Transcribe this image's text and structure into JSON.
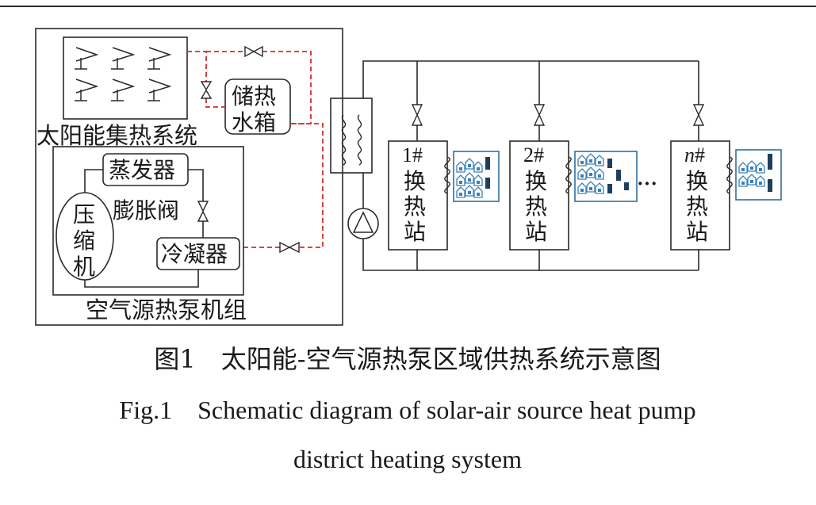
{
  "labels": {
    "solar_system": "太阳能集热系统",
    "storage_tank_line1": "储热",
    "storage_tank_line2": "水箱",
    "evaporator": "蒸发器",
    "expansion_valve": "膨胀阀",
    "compressor_line1": "压",
    "compressor_line2": "缩",
    "compressor_line3": "机",
    "condenser": "冷凝器",
    "heat_pump_unit": "空气源热泵机组",
    "ellipsis": "···"
  },
  "stations": [
    {
      "prefix": "1",
      "suffix": "#",
      "line1": "换",
      "line2": "热",
      "line3": "站"
    },
    {
      "prefix": "2",
      "suffix": "#",
      "line1": "换",
      "line2": "热",
      "line3": "站"
    },
    {
      "prefix": "n",
      "suffix": "#",
      "line1": "换",
      "line2": "热",
      "line3": "站"
    }
  ],
  "caption": {
    "cn": "图1　太阳能-空气源热泵区域供热系统示意图",
    "en_line1": "Fig.1　Schematic diagram of solar-air source heat pump",
    "en_line2": "district heating system"
  },
  "colors": {
    "solar_loop": "#d42a2a",
    "building_frame": "#2f6fa0",
    "building_fill": "#3a80b8"
  },
  "icons": [
    "solar-collector-icon",
    "valve-icon",
    "pump-icon",
    "heat-exchanger-icon",
    "building-icon"
  ]
}
